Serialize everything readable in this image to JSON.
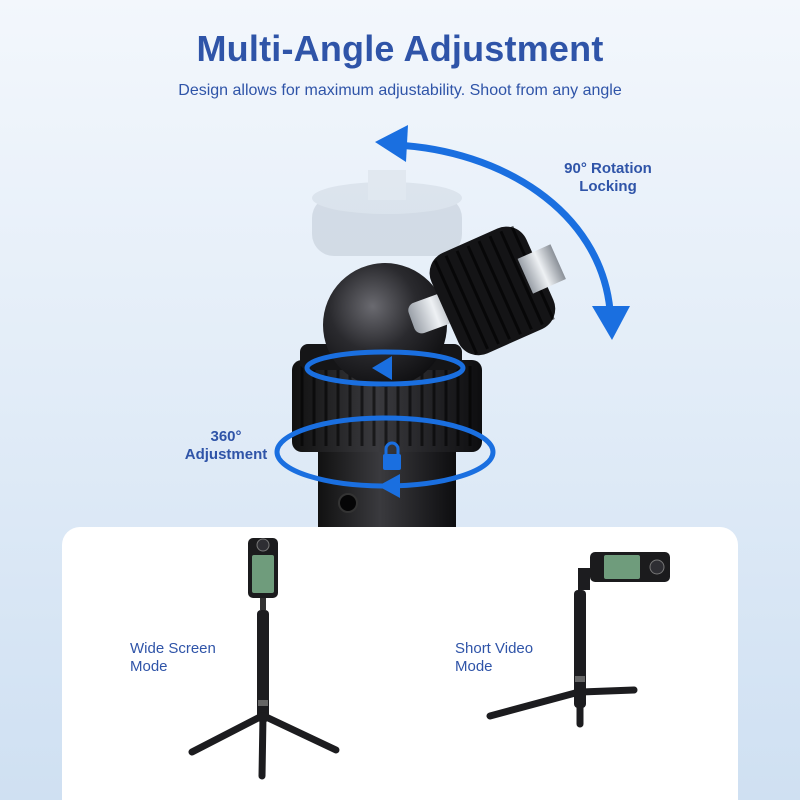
{
  "header": {
    "title": "Multi-Angle Adjustment",
    "subtitle": "Design allows for maximum adjustability. Shoot from any angle"
  },
  "annotations": {
    "rotation_line1": "90° Rotation",
    "rotation_line2": "Locking",
    "adjust_line1": "360°",
    "adjust_line2": "Adjustment"
  },
  "modes": [
    {
      "line1": "Wide Screen",
      "line2": "Mode"
    },
    {
      "line1": "Short Video",
      "line2": "Mode"
    }
  ],
  "colors": {
    "accent": "#2f54a8",
    "arrow": "#1a6fe0",
    "product": "#1c1c1f"
  }
}
